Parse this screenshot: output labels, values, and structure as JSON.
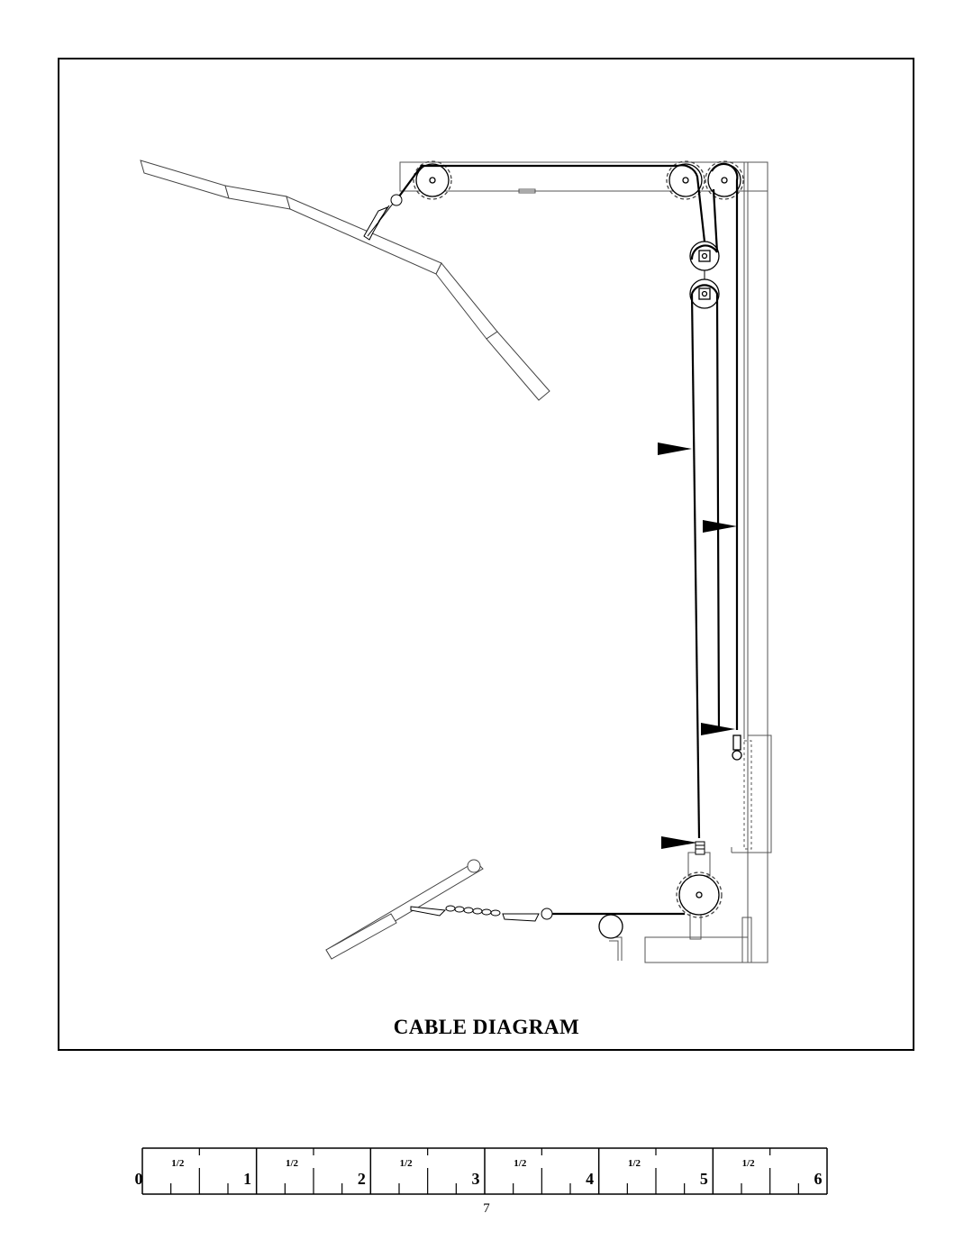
{
  "diagram": {
    "title": "CABLE DIAGRAM",
    "components": {
      "frame": "frame",
      "pulley": "pulley",
      "cable": "cable",
      "lat_bar": "lat-bar",
      "low_row_bar": "low-row-bar",
      "snap_hook": "snap-hook",
      "chain": "chain",
      "arrow_marker": "arrow-marker"
    }
  },
  "scale": {
    "numbers": [
      "0",
      "1",
      "2",
      "3",
      "4",
      "5",
      "6"
    ],
    "half_label": "1/2"
  },
  "page": {
    "number": "7"
  }
}
